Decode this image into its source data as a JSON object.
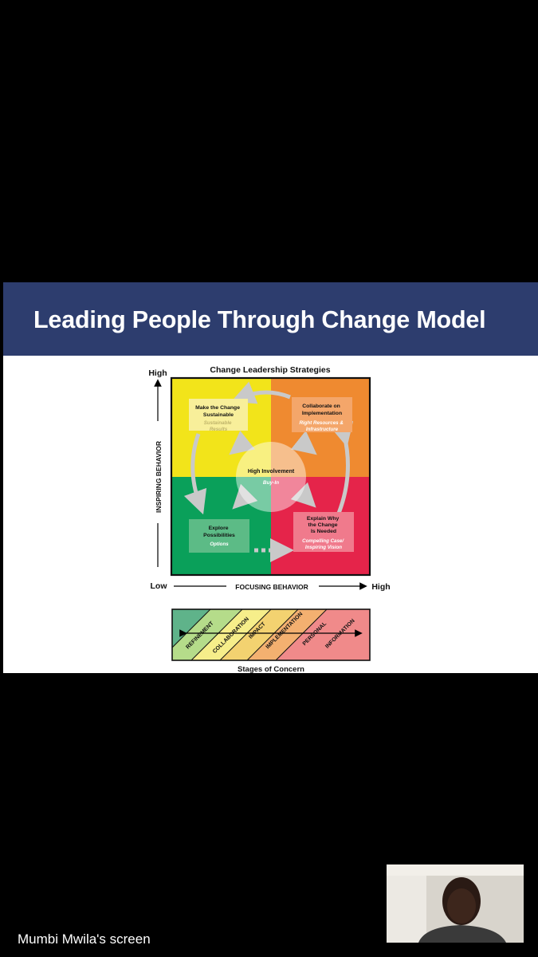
{
  "slide": {
    "title": "Leading People Through Change Model",
    "diagram": {
      "heading": "Change Leadership Strategies",
      "y_axis": {
        "label": "INSPIRING BEHAVIOR",
        "high": "High"
      },
      "x_axis": {
        "label": "FOCUSING BEHAVIOR",
        "low": "Low",
        "high": "High"
      },
      "quadrants": [
        {
          "title_lines": [
            "Make the Change",
            "Sustainable"
          ],
          "subtitle_lines": [
            "Sustainable",
            "Results"
          ],
          "color": "#f2e41a"
        },
        {
          "title_lines": [
            "Collaborate on",
            "Implementation"
          ],
          "subtitle_lines": [
            "Right Resources &",
            "Infrastructure"
          ],
          "color": "#ef8a30"
        },
        {
          "title_lines": [
            "Explore",
            "Possibilities"
          ],
          "subtitle_lines": [
            "Options"
          ],
          "color": "#0aa05a"
        },
        {
          "title_lines": [
            "Explain Why",
            "the Change",
            "Is Needed"
          ],
          "subtitle_lines": [
            "Compelling Case/",
            "Inspiring Vision"
          ],
          "color": "#e5244a"
        }
      ],
      "center": {
        "title": "High Involvement",
        "subtitle": "Buy-In"
      },
      "stages": {
        "caption": "Stages of Concern",
        "labels": [
          "REFINEMENT",
          "COLLABORATION",
          "IMPACT",
          "IMPLEMENTATION",
          "PERSONAL",
          "INFORMATION"
        ]
      }
    }
  },
  "screen_share": {
    "label": "Mumbi Mwila's screen"
  }
}
